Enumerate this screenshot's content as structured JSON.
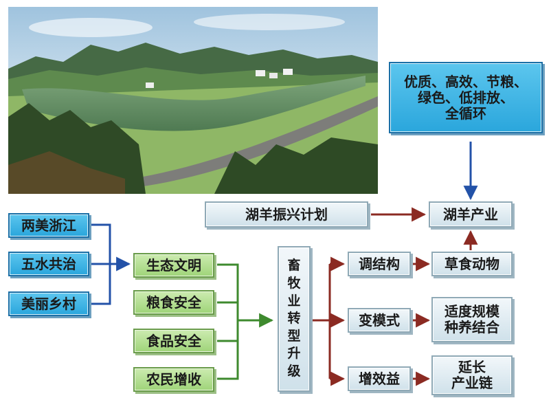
{
  "top_goal": {
    "line1": "优质、高效、节粮、",
    "line2": "绿色、低排放、",
    "line3": "全循环"
  },
  "plan": "湖羊振兴计划",
  "industry": "湖羊产业",
  "left_boxes": [
    "两美浙江",
    "五水共治",
    "美丽乡村"
  ],
  "green_boxes": [
    "生态文明",
    "粮食安全",
    "食品安全",
    "农民增收"
  ],
  "transform": [
    "畜",
    "牧",
    "业",
    "转",
    "型",
    "升",
    "级"
  ],
  "actions": [
    "调结构",
    "变模式",
    "增效益"
  ],
  "results": {
    "r1": "草食动物",
    "r2_line1": "适度规模",
    "r2_line2": "种养结合",
    "r3_line1": "延长",
    "r3_line2": "产业链"
  },
  "colors": {
    "blue_arrow": "#2352a8",
    "red_arrow": "#8b2a22",
    "green_arrow": "#3e8a2e"
  }
}
